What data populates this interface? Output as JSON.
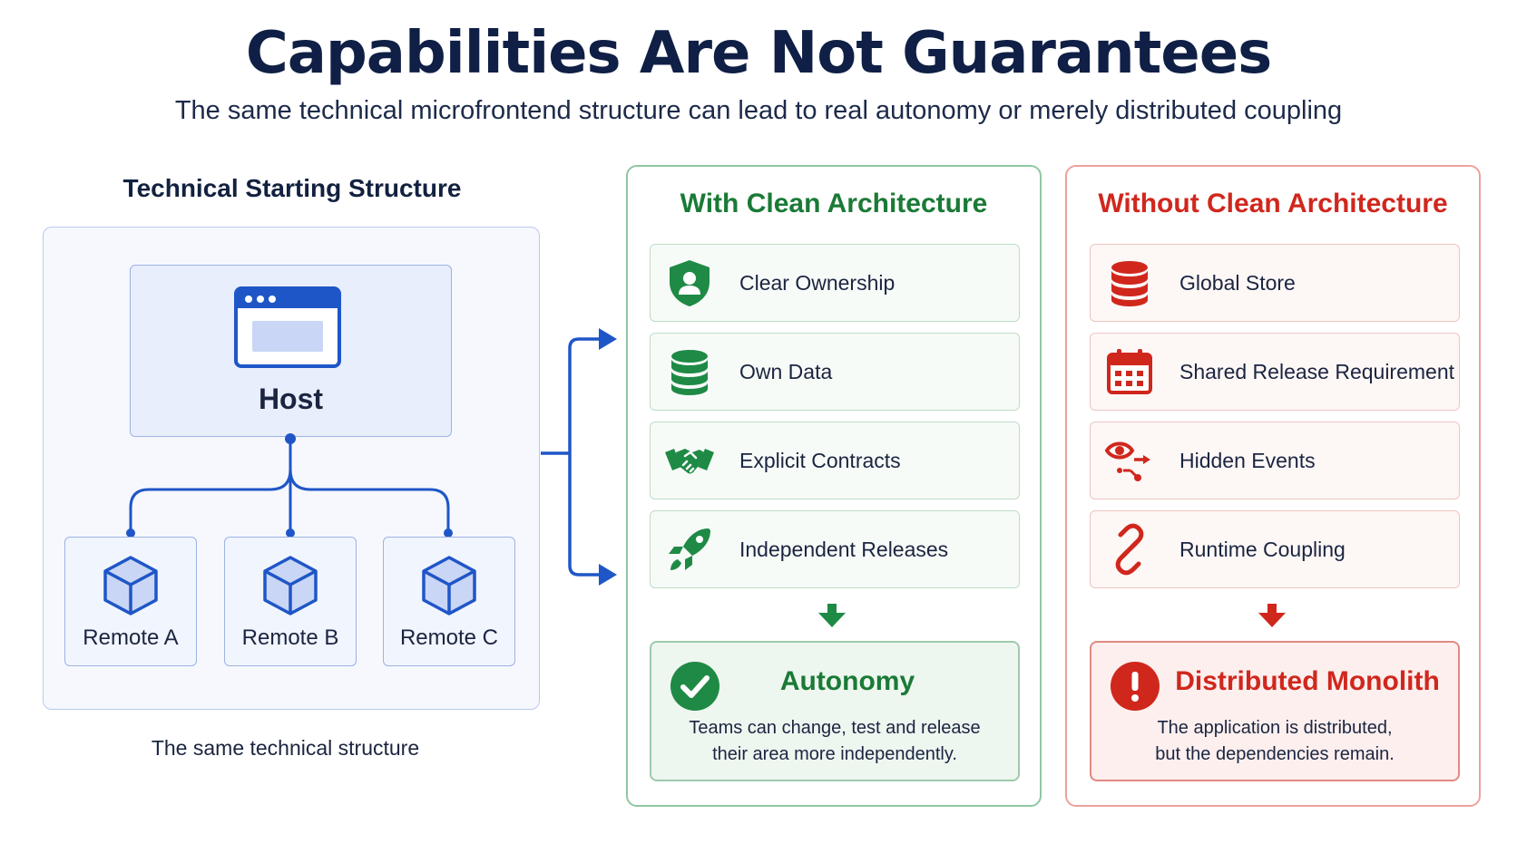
{
  "header": {
    "title": "Capabilities Are Not Guarantees",
    "subtitle": "The same technical microfrontend structure can lead to real autonomy or merely distributed coupling"
  },
  "left": {
    "heading": "Technical Starting Structure",
    "host_label": "Host",
    "remotes": [
      "Remote A",
      "Remote B",
      "Remote C"
    ],
    "caption": "The same technical structure"
  },
  "with_clean": {
    "heading": "With Clean Architecture",
    "items": [
      {
        "label": "Clear Ownership",
        "icon": "shield-user-icon"
      },
      {
        "label": "Own Data",
        "icon": "database-icon"
      },
      {
        "label": "Explicit Contracts",
        "icon": "handshake-icon"
      },
      {
        "label": "Independent Releases",
        "icon": "rocket-icon"
      }
    ],
    "result": {
      "title": "Autonomy",
      "desc_line1": "Teams can change, test and release",
      "desc_line2": "their area more independently.",
      "icon": "check-circle-icon"
    }
  },
  "without_clean": {
    "heading": "Without Clean Architecture",
    "items": [
      {
        "label": "Global Store",
        "icon": "database-icon"
      },
      {
        "label": "Shared Release Requirement",
        "icon": "calendar-icon"
      },
      {
        "label": "Hidden Events",
        "icon": "hidden-events-icon"
      },
      {
        "label": "Runtime Coupling",
        "icon": "link-icon"
      }
    ],
    "result": {
      "title": "Distributed Monolith",
      "desc_line1": "The application is distributed,",
      "desc_line2": "but the dependencies remain.",
      "icon": "exclamation-circle-icon"
    }
  },
  "colors": {
    "primary_blue": "#1f56c7",
    "green": "#1a7a36",
    "red": "#d0271d",
    "navy": "#0f1f45"
  }
}
